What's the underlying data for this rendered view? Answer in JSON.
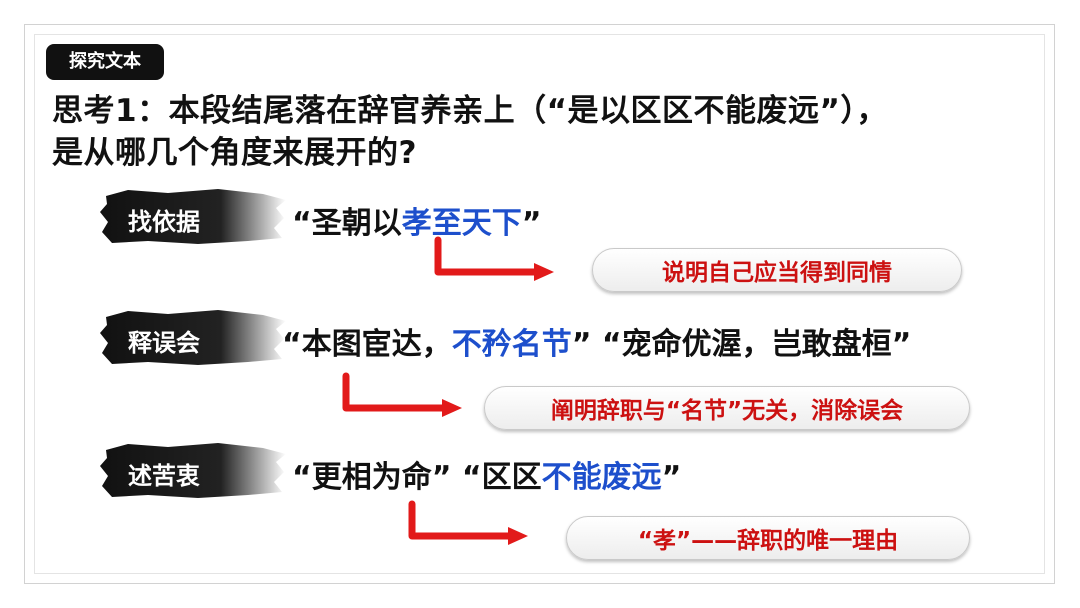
{
  "tag": "探究文本",
  "question": {
    "line1": "思考1：本段结尾落在辞官养亲上（“是以区区不能废远”），",
    "line2": "是从哪几个角度来展开的?"
  },
  "rows": [
    {
      "label": "找依据",
      "quote_prefix": "“圣朝以",
      "quote_blue": "孝至天下",
      "quote_suffix": "”",
      "conclusion": "说明自己应当得到同情"
    },
    {
      "label": "释误会",
      "quote_prefix": "“本图宦达，",
      "quote_blue": "不矜名节",
      "quote_suffix": "”  “宠命优渥，岂敢盘桓”",
      "conclusion": "阐明辞职与“名节”无关，消除误会"
    },
    {
      "label": "述苦衷",
      "quote_prefix": "“更相为命”  “区区",
      "quote_blue": "不能废远",
      "quote_suffix": "”",
      "conclusion": "“孝”——辞职的唯一理由"
    }
  ],
  "colors": {
    "accent_red": "#cc1111",
    "accent_blue": "#1d4fcc",
    "ink": "#111111"
  }
}
